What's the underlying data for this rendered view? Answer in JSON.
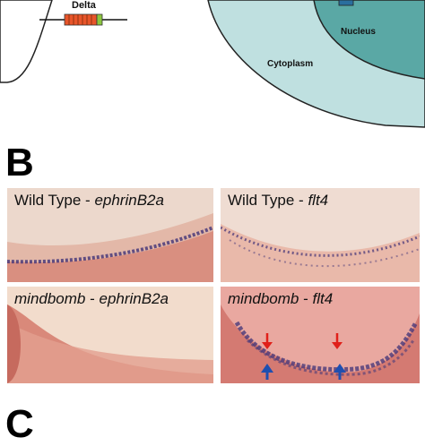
{
  "panel_a": {
    "delta_label": "Delta",
    "nucleus_label": "Nucleus",
    "cytoplasm_label": "Cytoplasm"
  },
  "panel_b": {
    "letter": "B",
    "images": [
      {
        "prefix": "Wild Type - ",
        "gene": "ephrinB2a"
      },
      {
        "prefix": "Wild Type - ",
        "gene": "flt4"
      },
      {
        "prefix": "mindbomb",
        "mid": " - ",
        "gene": "ephrinB2a"
      },
      {
        "prefix": "mindbomb",
        "mid": " - ",
        "gene": "flt4"
      }
    ]
  },
  "panel_c": {
    "letter": "C"
  },
  "colors": {
    "nucleus_fill": "#5aa8a5",
    "cytoplasm_fill": "#bfe0e0",
    "arrow_red": "#e0201a",
    "arrow_blue": "#1f4fb0",
    "stain": "#4a3a7a"
  }
}
